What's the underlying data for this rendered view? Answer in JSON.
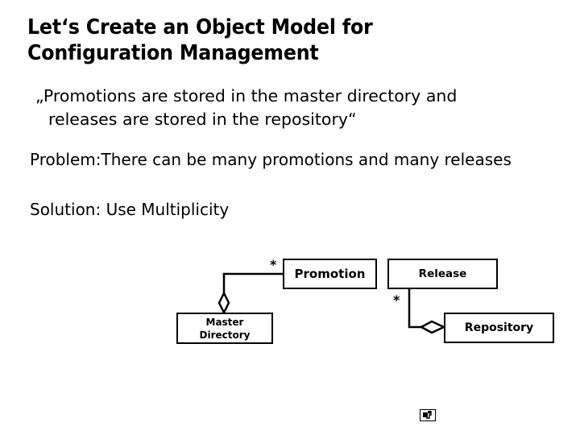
{
  "slide": {
    "title": "Let‘s Create an Object Model for\nConfiguration Management",
    "quote_line1": "„Promotions are stored in the master directory and",
    "quote_line2": "releases are stored in the repository“",
    "problem": "Problem:There can be many promotions and many releases",
    "solution": "Solution: Use Multiplicity"
  },
  "diagram": {
    "type": "uml-class-diagram",
    "classes": [
      {
        "id": "promotion",
        "label": "Promotion"
      },
      {
        "id": "release",
        "label": "Release"
      },
      {
        "id": "master_directory",
        "label": "Master\nDirectory"
      },
      {
        "id": "repository",
        "label": "Repository"
      }
    ],
    "associations": [
      {
        "from": "promotion",
        "to": "master_directory",
        "kind": "aggregation",
        "diamond_at": "master_directory",
        "multiplicity_at_from": "*"
      },
      {
        "from": "release",
        "to": "repository",
        "kind": "aggregation",
        "diamond_at": "repository",
        "multiplicity_at_from": "*"
      }
    ],
    "multiplicity_promotion": "*",
    "multiplicity_release": "*"
  },
  "footer": {
    "icon": "broken-image-icon"
  },
  "colors": {
    "background": "#ffffff",
    "text": "#000000",
    "stroke": "#000000"
  }
}
